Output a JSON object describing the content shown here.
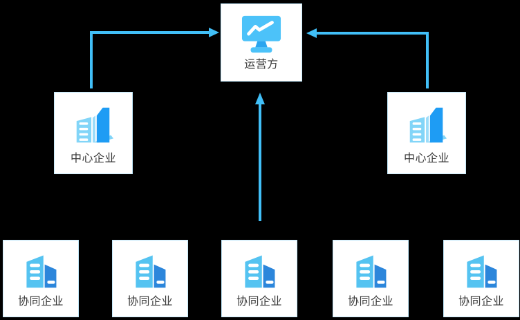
{
  "diagram": {
    "background_color": "#000000",
    "colors": {
      "arrow": "#41BFF7",
      "node_background": "#FFFFFF",
      "node_border": "#C3E9FB",
      "label_text": "#383838",
      "icon_sky_blue": "#4CC2F9",
      "icon_azure_blue": "#1E9CF4",
      "icon_deep_blue": "#2C86DB",
      "icon_pale_blue": "#82D5F8",
      "icon_stand_blue": "#2AA5EF"
    },
    "nodes": {
      "operator": {
        "label": "运营方",
        "icon": "monitor-chart-icon"
      },
      "center_left": {
        "label": "中心企业",
        "icon": "office-buildings-icon"
      },
      "center_right": {
        "label": "中心企业",
        "icon": "office-buildings-icon"
      },
      "collab": [
        {
          "label": "协同企业",
          "icon": "company-building-icon"
        },
        {
          "label": "协同企业",
          "icon": "company-building-icon"
        },
        {
          "label": "协同企业",
          "icon": "company-building-icon"
        },
        {
          "label": "协同企业",
          "icon": "company-building-icon"
        },
        {
          "label": "协同企业",
          "icon": "company-building-icon"
        }
      ]
    },
    "edges": [
      {
        "from": "center-enterprise-left",
        "to": "operator",
        "style": "elbow-up-then-right"
      },
      {
        "from": "center-enterprise-right",
        "to": "operator",
        "style": "elbow-up-then-left"
      },
      {
        "from": "collab-enterprise-3",
        "to": "operator",
        "style": "straight-up"
      }
    ]
  }
}
